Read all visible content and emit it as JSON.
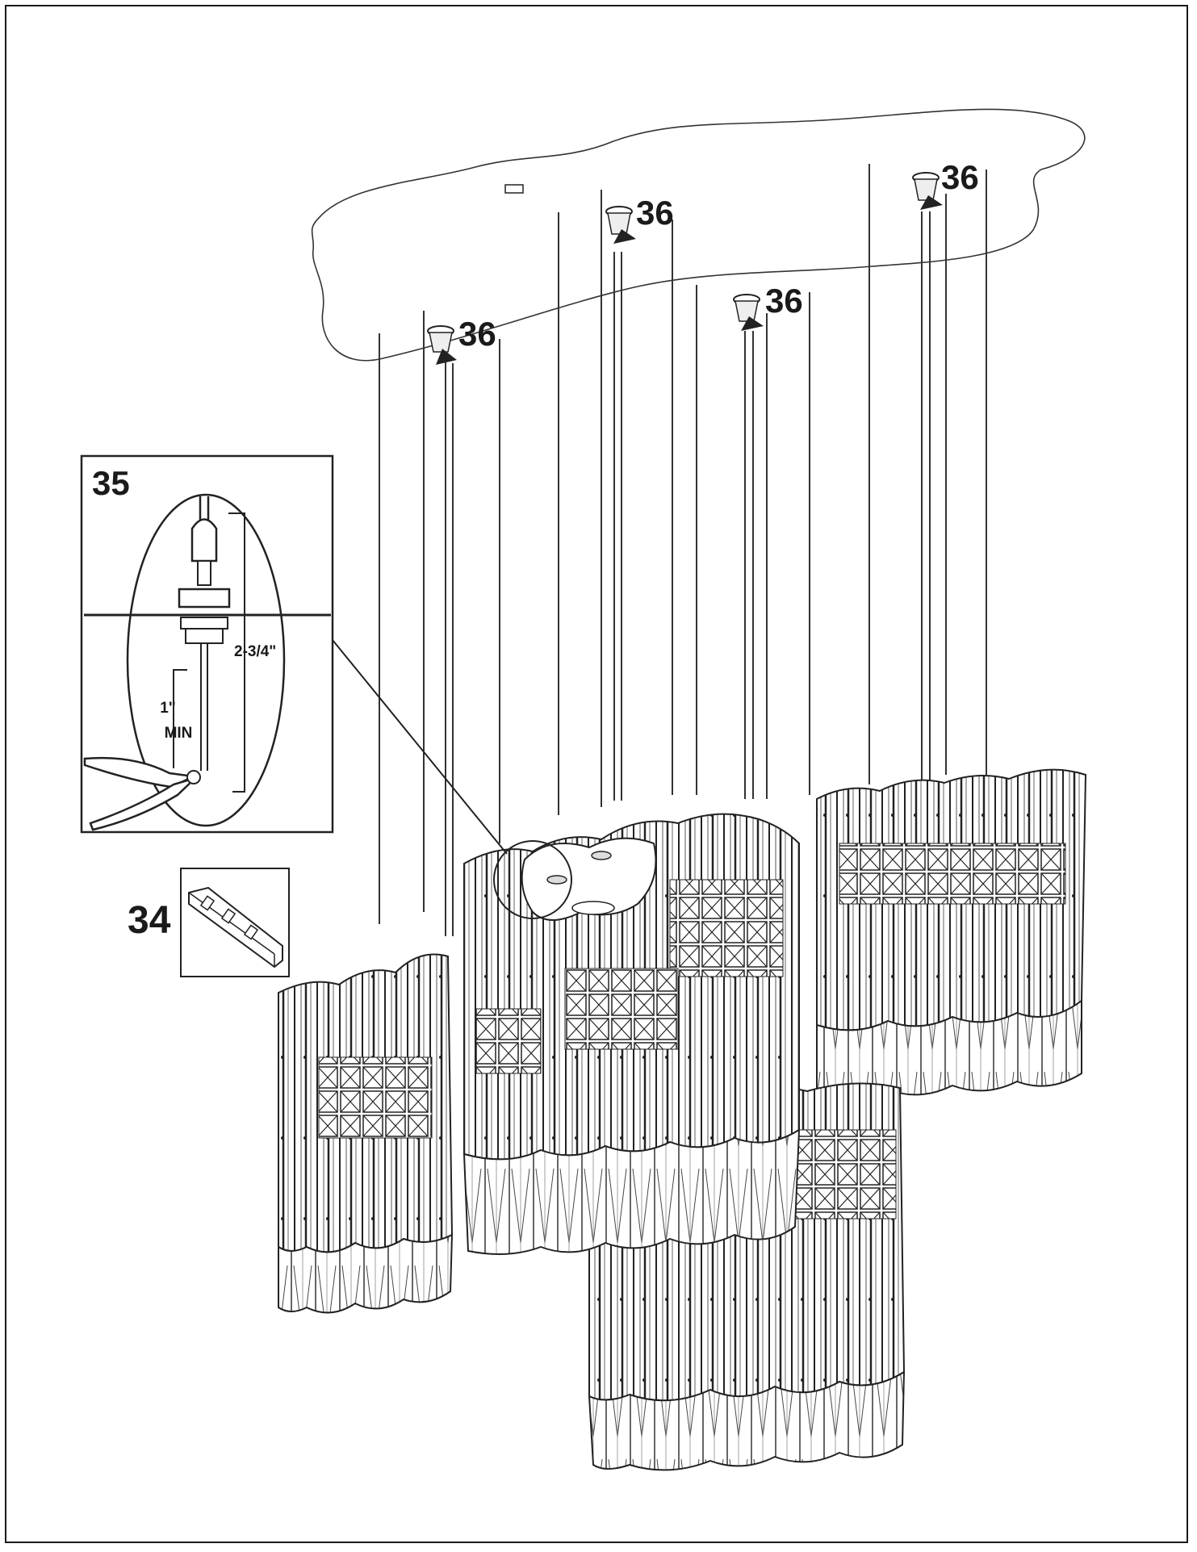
{
  "callouts": {
    "part_36_label": "36",
    "part_35_label": "35",
    "part_34_label": "34"
  },
  "detail_35": {
    "overall_length": "2-3/4\"",
    "min_length_value": "1\"",
    "min_length_unit": "MIN"
  }
}
